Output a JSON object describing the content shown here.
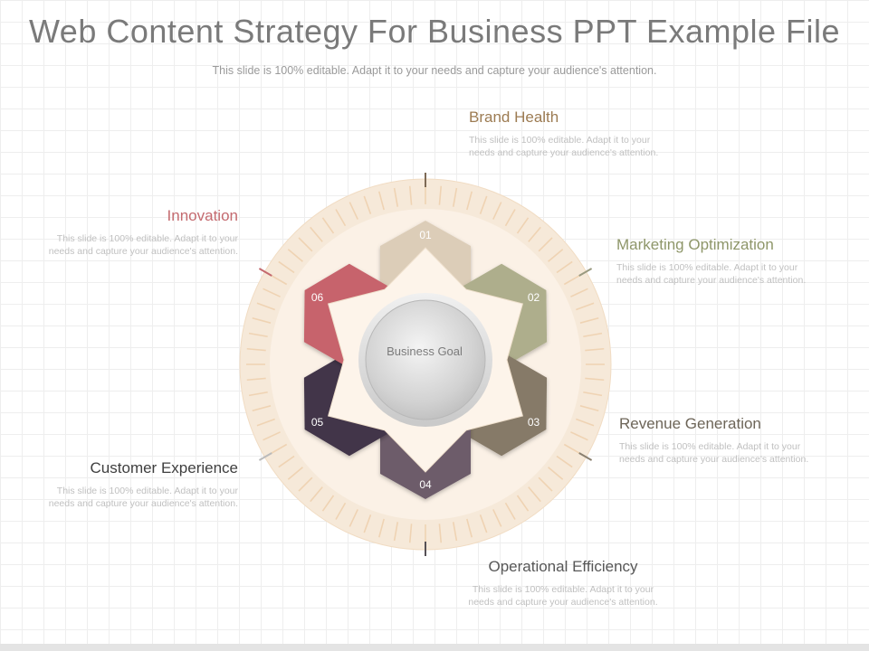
{
  "slide": {
    "title": "Web Content Strategy For Business PPT Example File",
    "subtitle": "This slide is 100% editable. Adapt it to your needs and capture your audience's attention."
  },
  "diagram": {
    "center_label": "Business Goal",
    "segments": [
      {
        "number": "01",
        "title": "Brand Health",
        "text": "This slide is 100% editable. Adapt it to your needs and capture your audience's attention.",
        "color": "#dccdb8",
        "title_color": "#9c7b52"
      },
      {
        "number": "02",
        "title": "Marketing Optimization",
        "text": "This slide is 100% editable. Adapt it to your needs and capture your audience's attention.",
        "color": "#aeae8c",
        "title_color": "#8e9669"
      },
      {
        "number": "03",
        "title": "Revenue Generation",
        "text": "This slide is 100% editable. Adapt it to your needs and capture your audience's attention.",
        "color": "#867a68",
        "title_color": "#6d6558"
      },
      {
        "number": "04",
        "title": "Operational Efficiency",
        "text": "This slide is 100% editable. Adapt it to your needs and capture your audience's attention.",
        "color": "#6d5c6b",
        "title_color": "#575757"
      },
      {
        "number": "05",
        "title": "Customer Experience",
        "text": "This slide is 100% editable. Adapt it to your needs and capture your audience's attention.",
        "color": "#43364a",
        "title_color": "#3f3f3f"
      },
      {
        "number": "06",
        "title": "Innovation",
        "text": "This slide is 100% editable. Adapt it to your needs and capture your audience's attention.",
        "color": "#c7646c",
        "title_color": "#c46a6f"
      }
    ]
  },
  "colors": {
    "ring_outer": "#f6e9d9",
    "ring_inner": "#fbf1e6",
    "tick": "#efd3b3",
    "star": "#fdf4ea"
  }
}
